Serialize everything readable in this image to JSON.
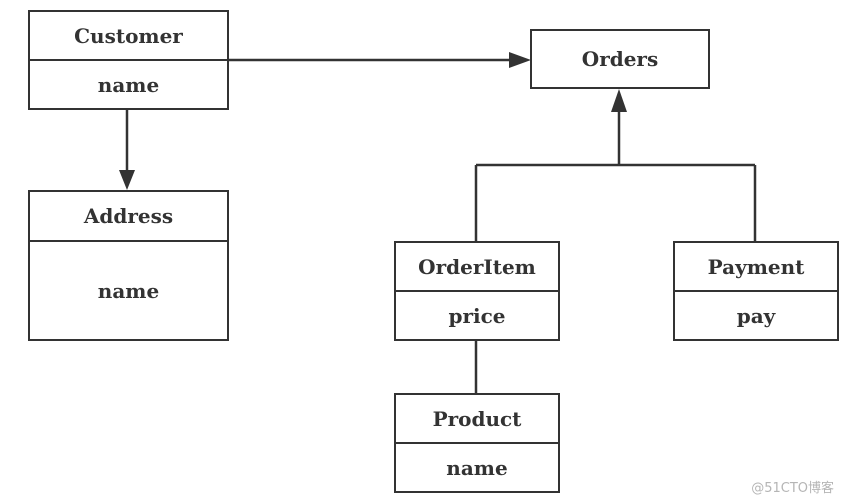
{
  "diagram": {
    "customer": {
      "title": "Customer",
      "attribute": "name"
    },
    "address": {
      "title": "Address",
      "attribute": "name"
    },
    "orders": {
      "title": "Orders"
    },
    "order_item": {
      "title": "OrderItem",
      "attribute": "price"
    },
    "payment": {
      "title": "Payment",
      "attribute": "pay"
    },
    "product": {
      "title": "Product",
      "attribute": "name"
    }
  },
  "watermark": "@51CTO博客",
  "colors": {
    "line": "#333333",
    "background": "#ffffff",
    "watermark": "#b5b5b5"
  }
}
